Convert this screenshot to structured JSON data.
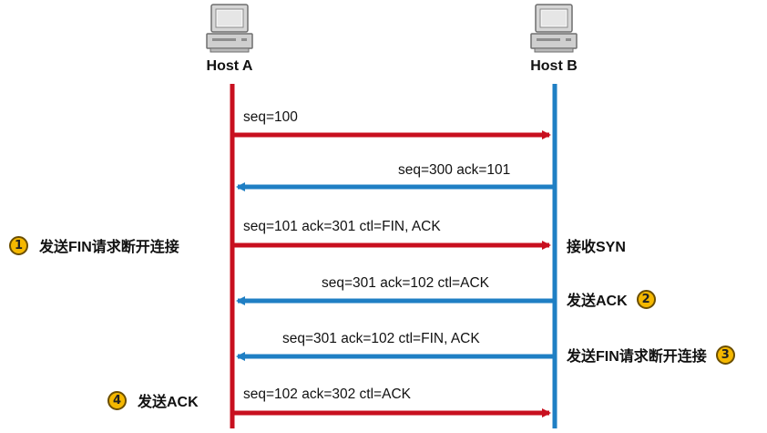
{
  "hosts": {
    "a": {
      "label": "Host A",
      "icon": "computer-icon"
    },
    "b": {
      "label": "Host B",
      "icon": "computer-icon"
    }
  },
  "messages": [
    {
      "text": "seq=100"
    },
    {
      "text": "seq=300 ack=101"
    },
    {
      "text": "seq=101 ack=301 ctl=FIN, ACK"
    },
    {
      "text": "seq=301 ack=102 ctl=ACK"
    },
    {
      "text": "seq=301 ack=102 ctl=FIN, ACK"
    },
    {
      "text": "seq=102 ack=302 ctl=ACK"
    }
  ],
  "steps": [
    {
      "number": "1",
      "text": "发送FIN请求断开连接"
    },
    {
      "number": "2",
      "text": "发送ACK"
    },
    {
      "number": "3",
      "text": "发送FIN请求断开连接"
    },
    {
      "number": "4",
      "text": "发送ACK"
    }
  ],
  "receive_label": "接收SYN",
  "colors": {
    "host_a_line": "#c8101f",
    "host_b_line": "#1f7fc4",
    "badge": "#f5b800"
  }
}
